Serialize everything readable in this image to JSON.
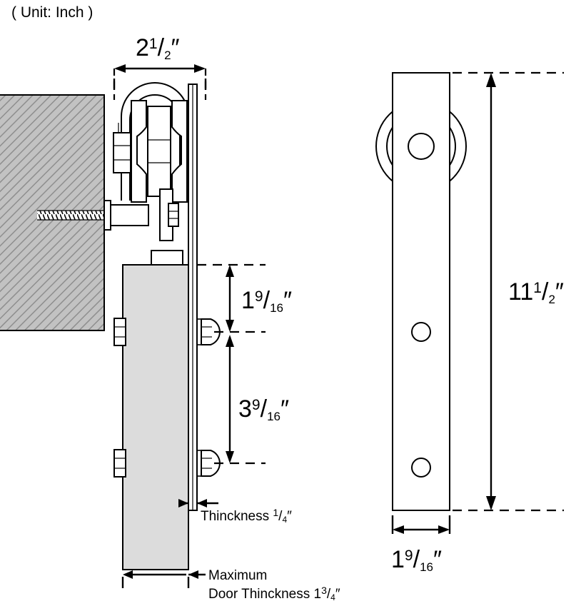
{
  "drawing": {
    "unit_label": "( Unit: Inch )",
    "dimensions": {
      "roller_width": {
        "whole": "2",
        "numerator": "1",
        "denominator": "2",
        "inch_mark": "″",
        "full": "2 1/2″"
      },
      "top_bolt_spacing": {
        "whole": "1",
        "numerator": "9",
        "denominator": "16",
        "inch_mark": "″",
        "full": "1 9/16″"
      },
      "bolt_to_bolt": {
        "whole": "3",
        "numerator": "9",
        "denominator": "16",
        "inch_mark": "″",
        "full": "3 9/16″"
      },
      "strap_length": {
        "whole": "11",
        "numerator": "1",
        "denominator": "2",
        "inch_mark": "″",
        "full": "11 1/2″"
      },
      "strap_width": {
        "whole": "1",
        "numerator": "9",
        "denominator": "16",
        "inch_mark": "″",
        "full": "1 9/16″"
      },
      "strap_thickness": {
        "prefix": "Thinckness ",
        "numerator": "1",
        "denominator": "4",
        "inch_mark": "″",
        "full": "Thinckness 1/4″"
      },
      "max_door_thickness": {
        "line1": "Maximum",
        "line2_prefix": "Door Thinckness 1",
        "numerator": "3",
        "denominator": "4",
        "inch_mark": "″",
        "full": "Maximum Door Thinckness 1 3/4″"
      }
    },
    "colors": {
      "line": "#000000",
      "door_panel": "#dcdcdc",
      "wall_block": "#b4b4b4",
      "background": "#ffffff"
    },
    "views": {
      "side_view_name": "side-section-view",
      "front_view_name": "front-elevation-view"
    }
  }
}
